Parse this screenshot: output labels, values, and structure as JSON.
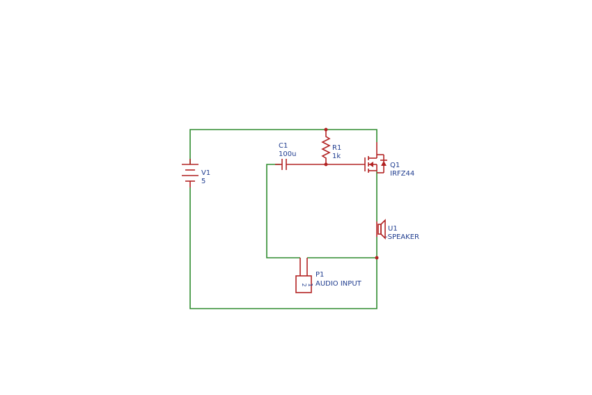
{
  "components": {
    "battery": {
      "ref": "V1",
      "value": "5"
    },
    "capacitor": {
      "ref": "C1",
      "value": "100u"
    },
    "resistor": {
      "ref": "R1",
      "value": "1k"
    },
    "mosfet": {
      "ref": "Q1",
      "value": "IRFZ44"
    },
    "speaker": {
      "ref": "U1",
      "value": "-SPEAKER"
    },
    "connector": {
      "ref": "P1",
      "value": "AUDIO INPUT",
      "pin_a": "2",
      "pin_b": "1"
    }
  },
  "colors": {
    "wire": "#2e8b2e",
    "component": "#b22222",
    "label": "#1f3c8f"
  }
}
